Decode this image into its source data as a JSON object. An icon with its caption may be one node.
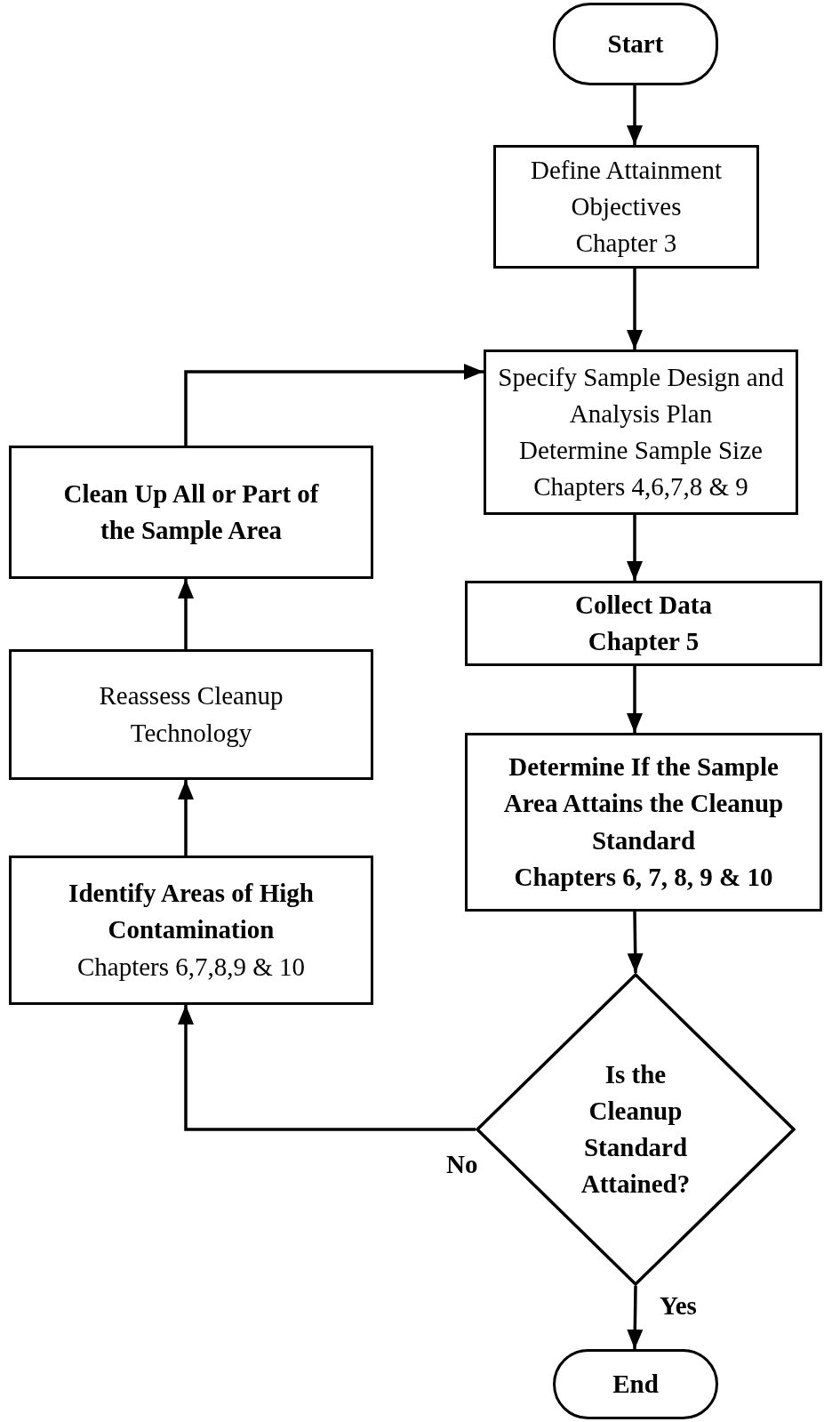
{
  "diagram": {
    "nodes": [
      {
        "text": [
          "Start"
        ]
      },
      {
        "text": [
          "Define Attainment Objectives",
          "Chapter 3"
        ]
      },
      {
        "text": [
          "Specify Sample Design and Analysis Plan",
          "Determine Sample Size",
          "Chapters 4,6,7,8 & 9"
        ]
      },
      {
        "text": [
          "Clean Up All or Part of the Sample Area"
        ]
      },
      {
        "text": [
          "Collect Data",
          "Chapter 5"
        ]
      },
      {
        "text": [
          "Reassess Cleanup Technology"
        ]
      },
      {
        "text": [
          "Determine If the Sample Area Attains the Cleanup Standard",
          "Chapters 6, 7, 8, 9 & 10"
        ]
      },
      {
        "text": [
          "Identify Areas of High Contamination",
          "Chapters 6,7,8,9 & 10"
        ]
      },
      {
        "text": [
          "Is the Cleanup Standard Attained?"
        ]
      },
      {
        "text": [
          "End"
        ]
      }
    ],
    "edges": [
      {
        "from": 0,
        "to": 1,
        "arrow": "to"
      },
      {
        "from": 1,
        "to": 2,
        "arrow": "to"
      },
      {
        "from": 2,
        "to": 4,
        "arrow": "to"
      },
      {
        "from": 4,
        "to": 6,
        "arrow": "to"
      },
      {
        "from": 6,
        "to": 8,
        "arrow": "to"
      },
      {
        "from": 8,
        "to": 9,
        "arrow": "to",
        "label": "Yes"
      },
      {
        "from": 8,
        "to": 7,
        "arrow": "to",
        "label": "No"
      },
      {
        "from": 7,
        "to": 5,
        "arrow": "to"
      },
      {
        "from": 5,
        "to": 3,
        "arrow": "to"
      },
      {
        "from": 3,
        "to": 2,
        "arrow": "to"
      }
    ]
  }
}
